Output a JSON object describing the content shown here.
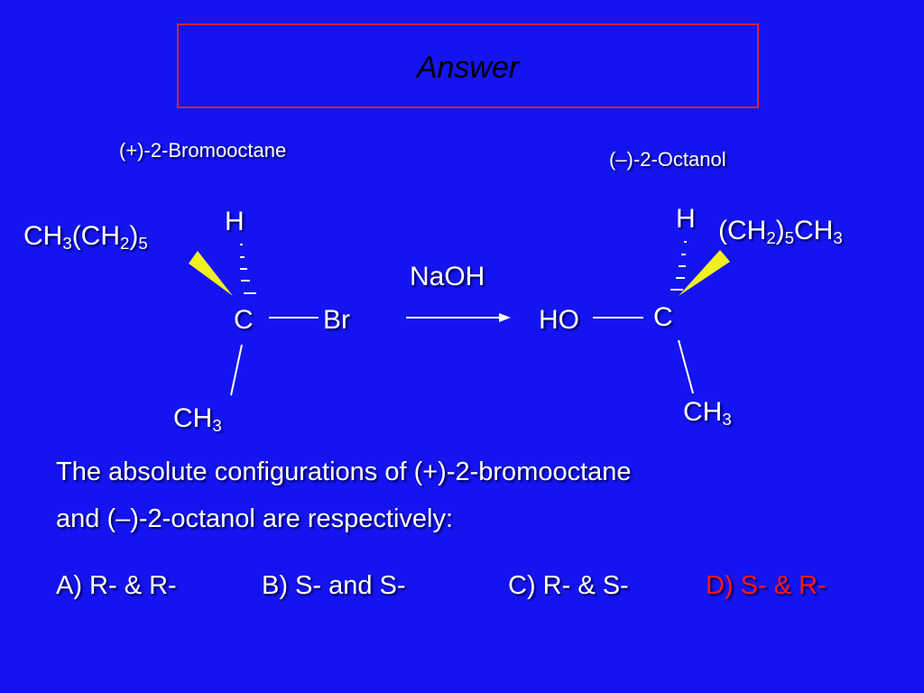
{
  "title": "Answer",
  "left_compound": {
    "name": "(+)-2-Bromooctane",
    "h": "H",
    "chain_main": "CH",
    "chain_sub1": "3",
    "chain_paren": "(CH",
    "chain_sub2": "2",
    "chain_close": ")",
    "chain_sub3": "5",
    "carbon": "C",
    "br": "Br",
    "methyl_main": "CH",
    "methyl_sub": "3"
  },
  "reagent": "NaOH",
  "right_compound": {
    "name": "(–)-2-Octanol",
    "h": "H",
    "chain_paren": "(CH",
    "chain_sub1": "2",
    "chain_close": ")",
    "chain_sub2": "5",
    "chain_main": "CH",
    "chain_sub3": "3",
    "ho": "HO",
    "carbon": "C",
    "methyl_main": "CH",
    "methyl_sub": "3"
  },
  "question": {
    "line1": "The absolute configurations of (+)-2-bromooctane",
    "line2": "and (–)-2-octanol are respectively:"
  },
  "options": {
    "a": "A) R- & R-",
    "b": "B) S- and S-",
    "c": "C) R- & S-",
    "d_label": "D)",
    "d_value": "S- & R-"
  },
  "colors": {
    "background": "#1414f0",
    "title_border": "#e0202a",
    "wedge": "#f0f020",
    "correct_answer": "#ff1818"
  }
}
